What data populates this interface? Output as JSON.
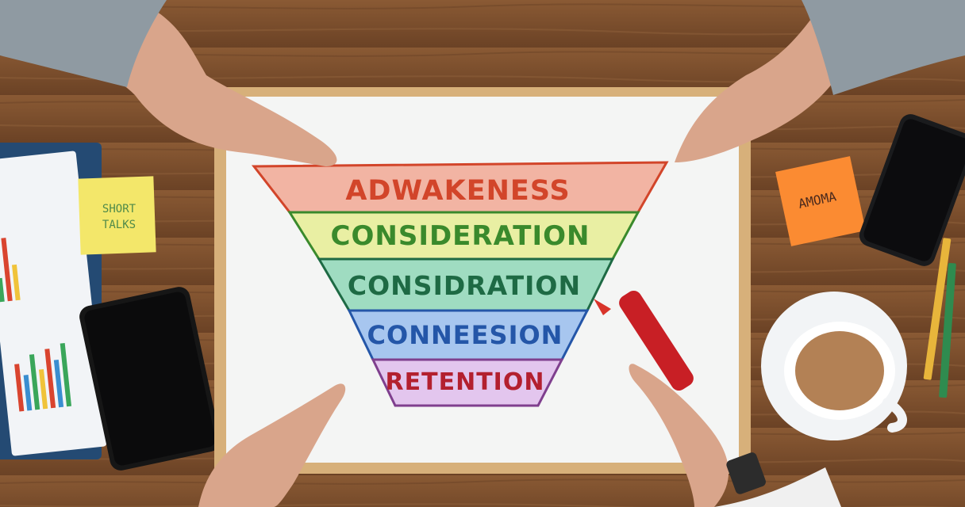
{
  "scene": {
    "description_labels": {
      "funnel_stages": [
        {
          "label": "ADWAKENESS",
          "color": "#d2452a"
        },
        {
          "label": "CONSIDERATION",
          "color": "#3a8a2c"
        },
        {
          "label": "CONSIDRATION",
          "color": "#1e6a44"
        },
        {
          "label": "CONNEESION",
          "color": "#2456a8"
        },
        {
          "label": "RETENTION",
          "color": "#b3202f"
        }
      ],
      "sticky_note_yellow": {
        "line1": "SHORT",
        "line2": "TALKS",
        "color": "#f3e76a"
      },
      "sticky_note_orange": {
        "text": "AMOMA",
        "color": "#fb8b32"
      }
    },
    "colors": {
      "table": "#7a4f2e",
      "whiteboard": "#f4f5f4",
      "frame": "#d7b07a",
      "marker": "#c81f25"
    }
  }
}
